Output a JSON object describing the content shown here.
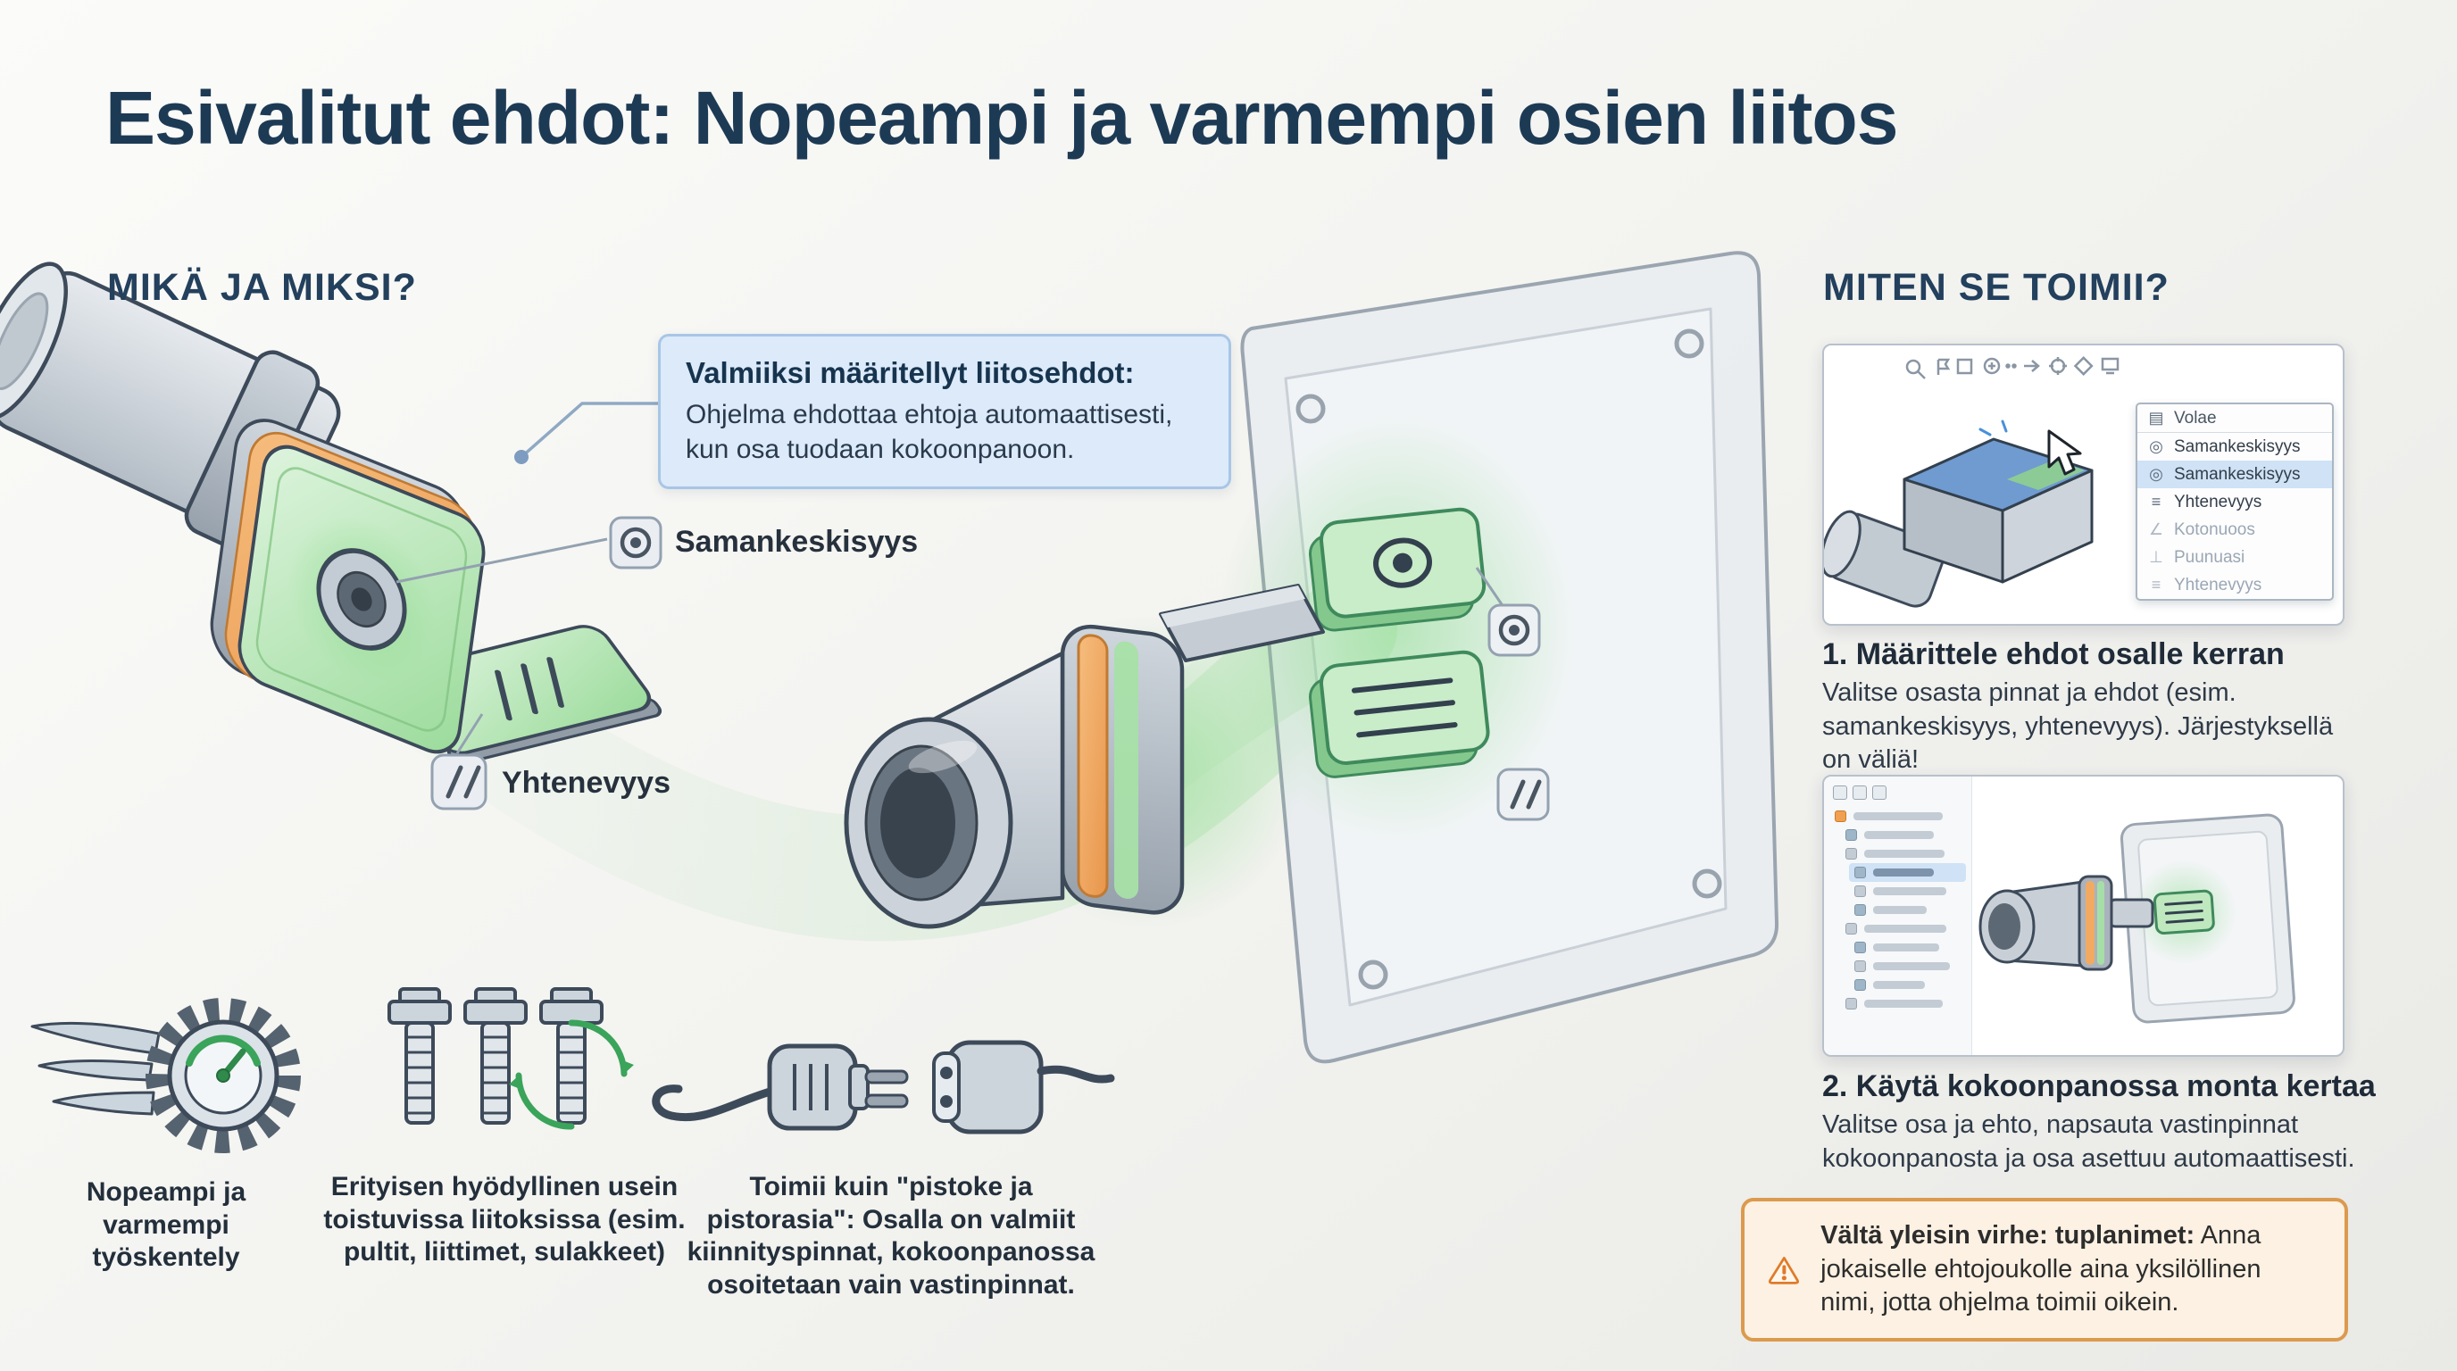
{
  "page": {
    "title": "Esivalitut ehdot: Nopeampi ja varmempi osien liitos"
  },
  "sections": {
    "what_why": {
      "heading": "MIKÄ JA MIKSI?",
      "callout_title": "Valmiiksi määritellyt liitosehdot:",
      "callout_body": "Ohjelma ehdottaa ehtoja automaattisesti, kun osa tuodaan kokoonpanoon.",
      "label_concentric": "Samankeskisyys",
      "label_coincident": "Yhtenevyys"
    },
    "how": {
      "heading": "MITEN SE TOIMII?",
      "step1": {
        "title": "1. Määrittele ehdot osalle kerran",
        "body": "Valitse osasta pinnat ja ehdot (esim. samankeskisyys, yhtenevyys). Järjestyksellä on väliä!",
        "menu": [
          {
            "icon": "list-header-icon",
            "glyph": "▤",
            "label": "Volae"
          },
          {
            "icon": "concentric-icon",
            "glyph": "◎",
            "label": "Samankeskisyys"
          },
          {
            "icon": "concentric-icon",
            "glyph": "◎",
            "label": "Samankeskisyys"
          },
          {
            "icon": "coincident-icon",
            "glyph": "≡",
            "label": "Yhtenevyys"
          },
          {
            "icon": "angle-icon",
            "glyph": "∠",
            "label": "Kotonuoos"
          },
          {
            "icon": "perpendicular-icon",
            "glyph": "⊥",
            "label": "Puunuasi"
          },
          {
            "icon": "coincident-icon",
            "glyph": "≡",
            "label": "Yhtenevyys"
          }
        ]
      },
      "step2": {
        "title": "2. Käytä kokoonpanossa monta kertaa",
        "body": "Valitse osa ja ehto, napsauta vastinpinnat kokoonpanosta ja osa asettuu automaattisesti."
      }
    }
  },
  "benefits": [
    {
      "icon": "winged-gauge-icon",
      "text": "Nopeampi ja varmempi työskentely"
    },
    {
      "icon": "bolts-icon",
      "text": "Erityisen hyödyllinen usein toistuvissa liitoksissa (esim. pultit, liittimet, sulakkeet)"
    },
    {
      "icon": "plug-socket-icon",
      "text": "Toimii kuin \"pistoke ja pistorasia\": Osalla on valmiit kiinnityspinnat, kokoonpanossa osoitetaan vain vastinpinnat."
    }
  ],
  "warning": {
    "highlight": "Vältä yleisin virhe: tuplanimet:",
    "body": "Anna jokaiselle ehtojoukolle aina yksilöllinen nimi, jotta ohjelma toimii oikein."
  },
  "colors": {
    "title_navy": "#1d3a55",
    "green_highlight": "#8fd98f",
    "orange_accent": "#f2aa62",
    "callout_blue_bg": "#dceafa",
    "selection_blue": "#cfe2f6",
    "warning_bg": "#fcf1e2",
    "warning_border": "#db9a4e"
  }
}
